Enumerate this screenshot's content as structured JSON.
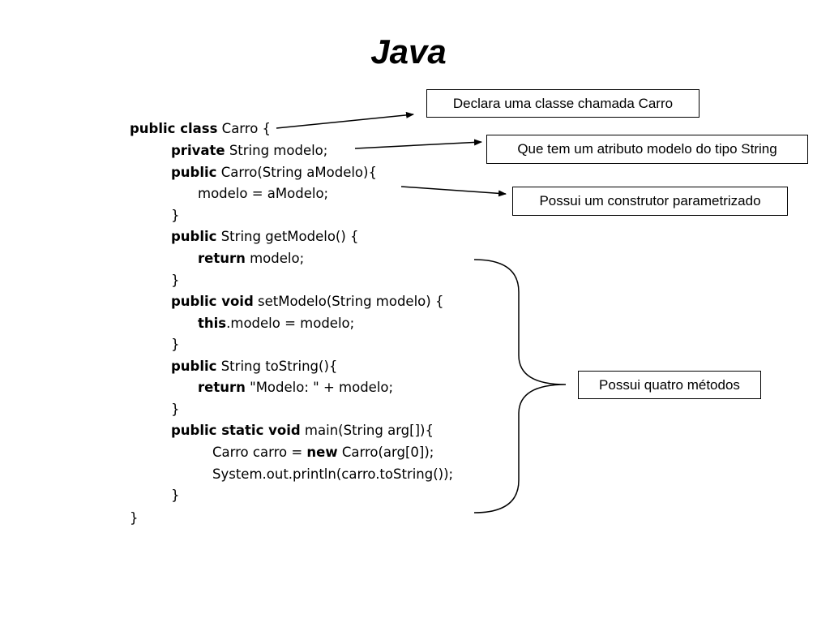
{
  "slide": {
    "title": "Java"
  },
  "code": {
    "l1_kw": "public class",
    "l1_rest": " Carro {",
    "l2_kw": "private",
    "l2_rest": " String modelo;",
    "l3_kw": "public",
    "l3_rest": " Carro(String aModelo){",
    "l4_rest": "modelo = aModelo;",
    "l5_rest": "}",
    "l6_kw": "public",
    "l6_rest": " String getModelo() {",
    "l7_kw": "return",
    "l7_rest": " modelo;",
    "l8_rest": "}",
    "l9_kw": "public void",
    "l9_rest": " setModelo(String modelo) {",
    "l10_kw": "this",
    "l10_rest": ".modelo = modelo;",
    "l11_rest": "}",
    "l12_kw": "public",
    "l12_rest": " String toString(){",
    "l13_kw": "return",
    "l13_rest": " \"Modelo: \" + modelo;",
    "l14_rest": "}",
    "l15_kw": "public static void",
    "l15_rest": " main(String arg[]){",
    "l16_pre": "Carro carro = ",
    "l16_kw": "new",
    "l16_rest": " Carro(arg[0]);",
    "l17_rest": "System.out.println(carro.toString());",
    "l18_rest": "}",
    "l19_rest": "}"
  },
  "callouts": {
    "declara_classe": "Declara uma classe chamada Carro",
    "atributo_modelo": "Que tem um atributo modelo do tipo String",
    "construtor": "Possui um construtor parametrizado",
    "quatro_metodos": "Possui quatro métodos"
  }
}
